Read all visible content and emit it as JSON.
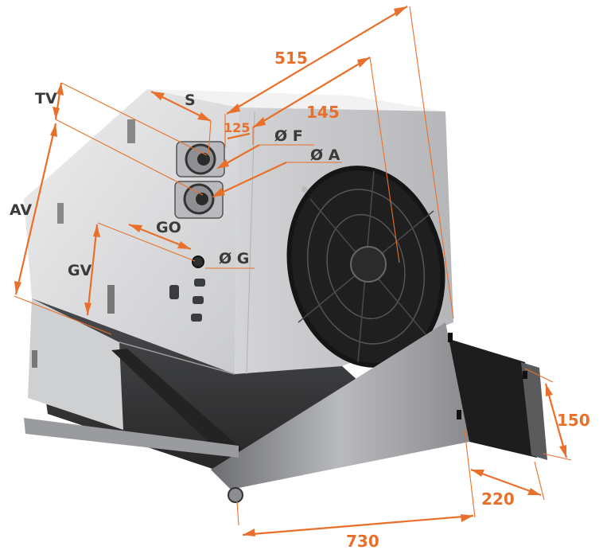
{
  "colors": {
    "dimension": "#e8702a",
    "label": "#3a3a3a",
    "housing": "#d9dadc",
    "shadow": "#2e2e2e"
  },
  "labels": {
    "dim_515": "515",
    "dim_145": "145",
    "dim_125": "125",
    "dim_150": "150",
    "dim_220": "220",
    "dim_730": "730",
    "tv": "TV",
    "s": "S",
    "of": "Ø F",
    "oa": "Ø A",
    "av": "AV",
    "go": "GO",
    "og": "Ø G",
    "gv": "GV"
  },
  "icons": {
    "fan": "fan-guard-icon",
    "coil": "pipe-connection-icon"
  }
}
